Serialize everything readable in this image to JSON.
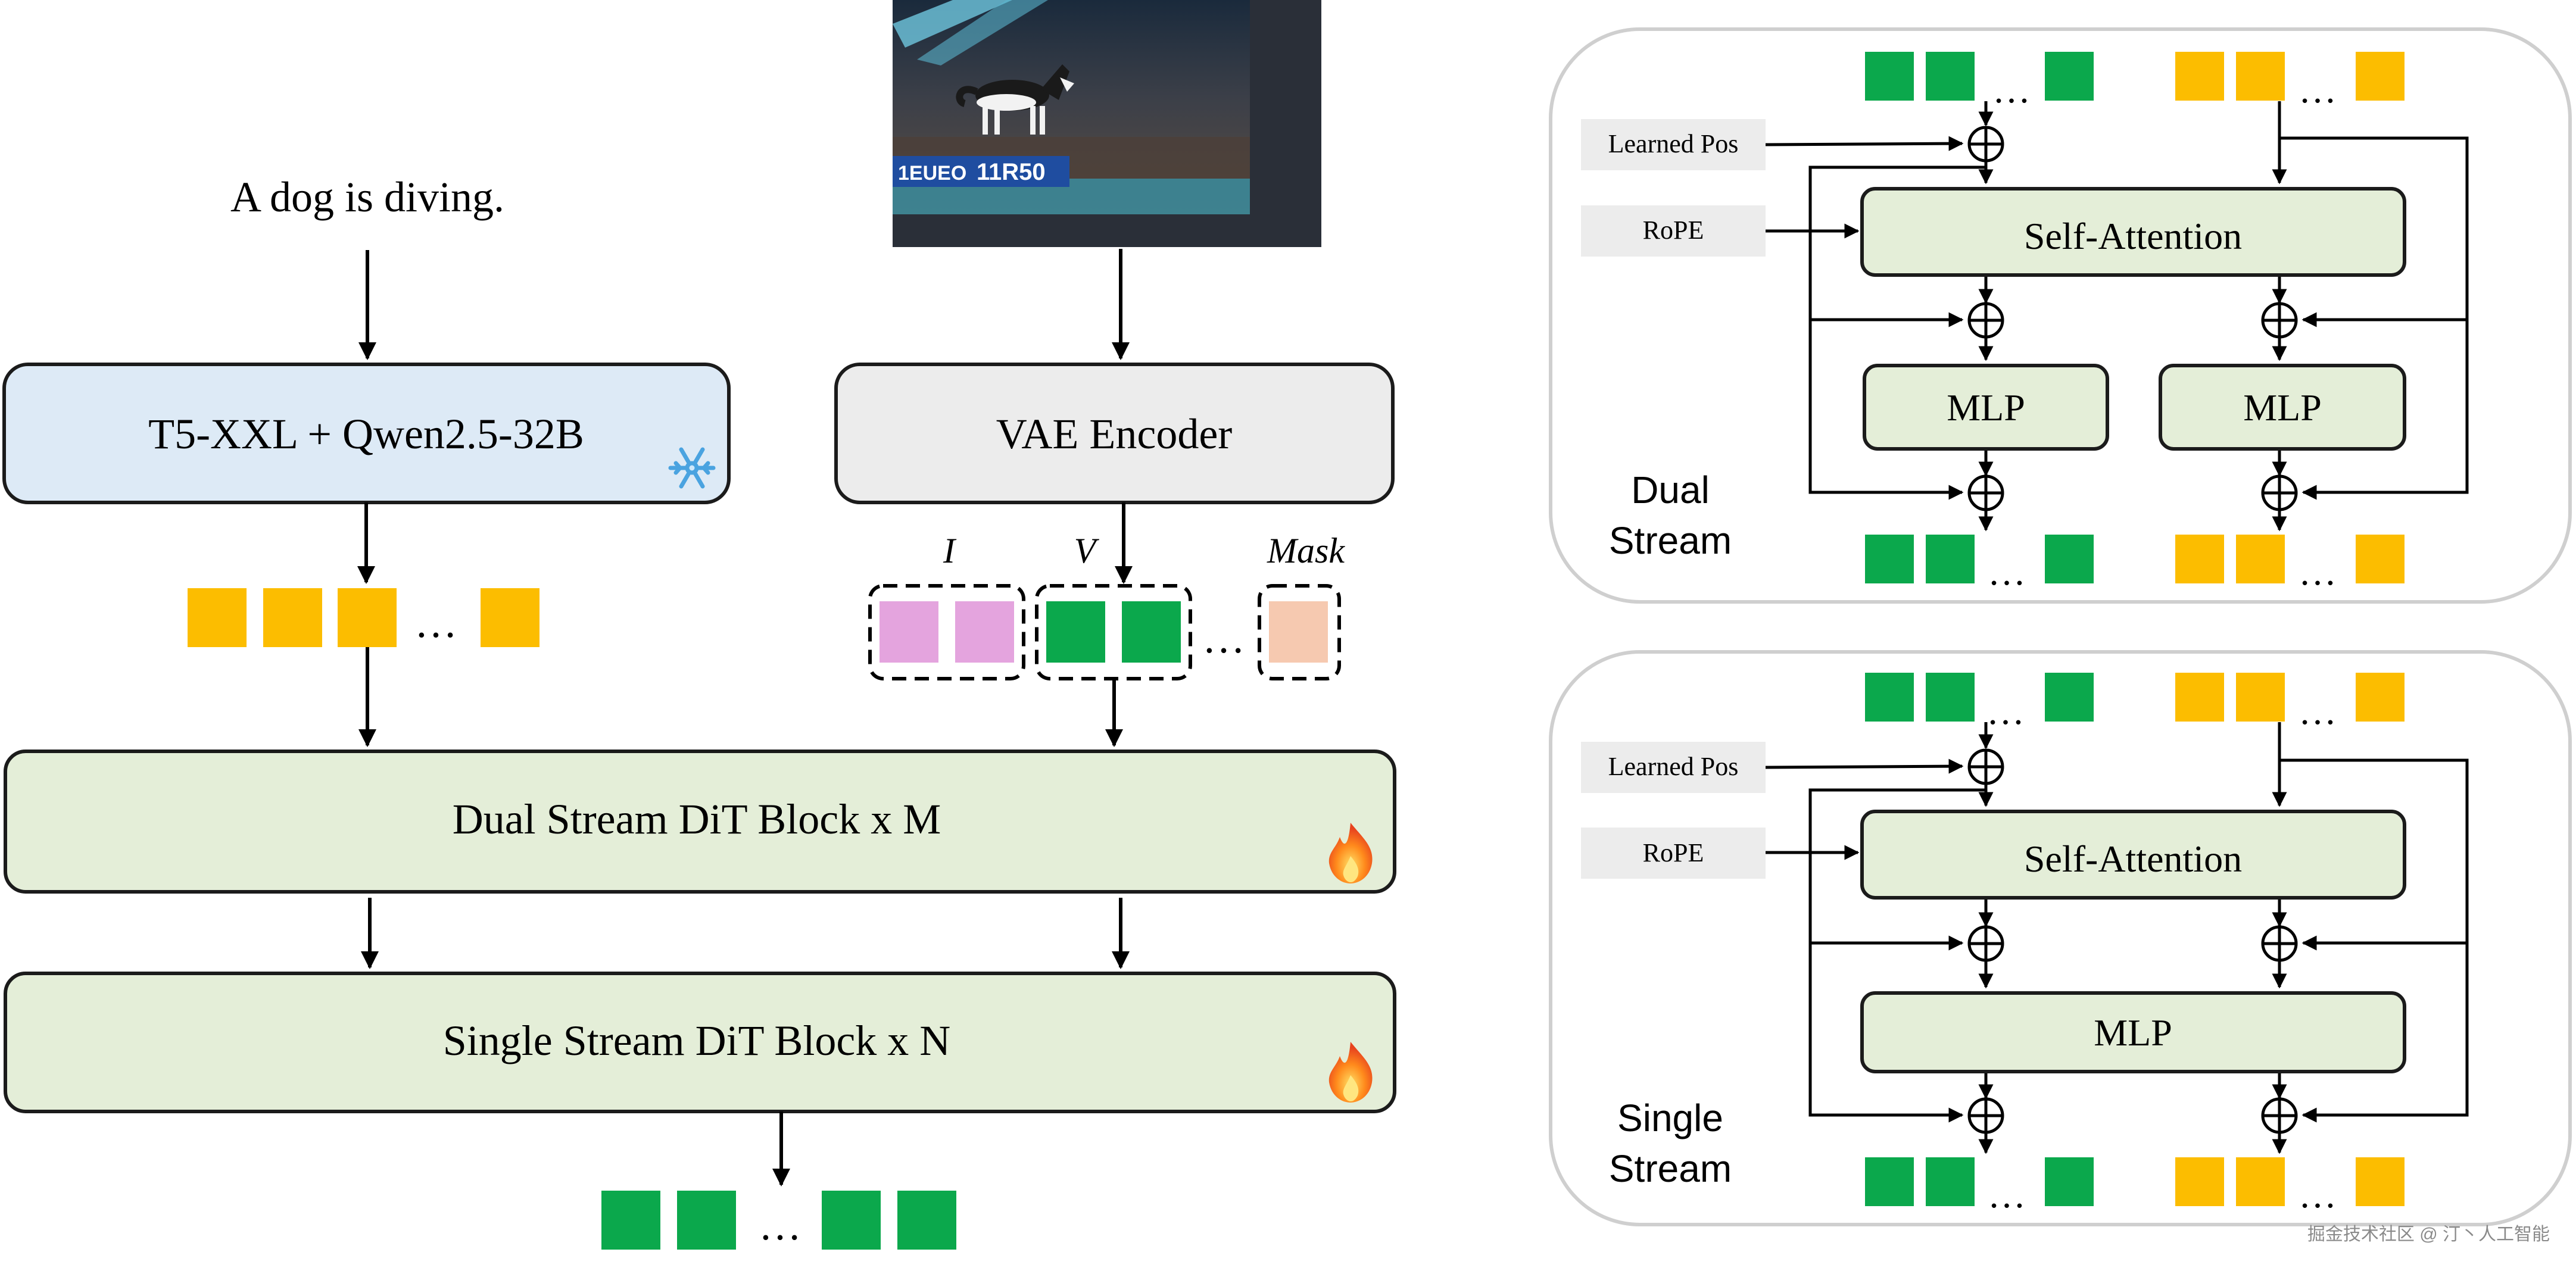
{
  "prompt_text": "A dog is diving.",
  "text_encoder": "T5-XXL + Qwen2.5-32B",
  "vae_encoder": "VAE Encoder",
  "dual_block": "Dual Stream DiT Block x M",
  "single_block": "Single Stream DiT Block x N",
  "ellipsis": "…",
  "video_overlay": {
    "left": "1EUEO",
    "right": "11R50"
  },
  "token_groups": {
    "image": "I",
    "video": "V",
    "mask": "Mask"
  },
  "panels": {
    "dual": {
      "title_line1": "Dual",
      "title_line2": "Stream",
      "learned_pos": "Learned Pos",
      "rope": "RoPE",
      "attention": "Self-Attention",
      "mlp_text": "MLP",
      "mlp_video": "MLP"
    },
    "single": {
      "title_line1": "Single",
      "title_line2": "Stream",
      "learned_pos": "Learned Pos",
      "rope": "RoPE",
      "attention": "Self-Attention",
      "mlp": "MLP"
    }
  },
  "watermark": "掘金技术社区 @ 汀丶人工智能",
  "colors": {
    "video_token": "#0ba84c",
    "text_token": "#fcbd00",
    "image_token": "#e4a4de",
    "mask_token": "#f6c9b0",
    "encoder_fill": "#ddeaf6",
    "vae_fill": "#ececec",
    "dit_fill": "#e4eed8",
    "panel_border": "#cfcfcf",
    "label_box": "#ececec"
  },
  "icons": {
    "frozen": "snowflake-icon",
    "trainable": "fire-icon"
  }
}
